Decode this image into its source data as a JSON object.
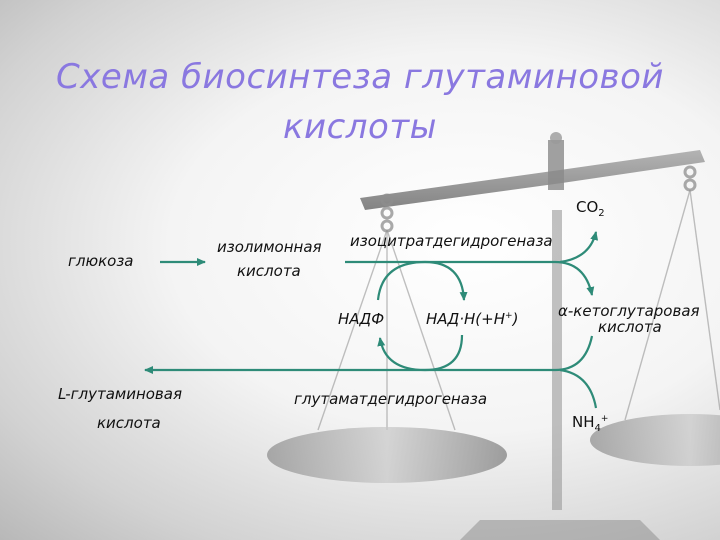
{
  "title": {
    "line1": "Схема биосинтеза глутаминовой",
    "line2": "кислоты",
    "color": "#8a78e0"
  },
  "labels": {
    "glucose": "глюкоза",
    "isocitric_acid_1": "изолимонная",
    "isocitric_acid_2": "кислота",
    "isocitrate_dehydrogenase": "изоцитратдегидрогеназа",
    "co2_main": "CO",
    "co2_sub": "2",
    "nadp": "НАДФ",
    "nadph_main": "НАД·Н(+Н",
    "nadph_sup": "+",
    "nadph_end": ")",
    "ketoglutarate_1": "α-кетоглутаровая",
    "ketoglutarate_2": "кислота",
    "l_glutamic_1": "L-глутаминовая",
    "l_glutamic_2": "кислота",
    "glutamate_dehydrogenase": "глутаматдегидрогеназа",
    "nh4_main": "NH",
    "nh4_sub": "4",
    "nh4_sup": "+"
  },
  "colors": {
    "arrow": "#2e8b78",
    "scale": "#8e8e8e"
  }
}
